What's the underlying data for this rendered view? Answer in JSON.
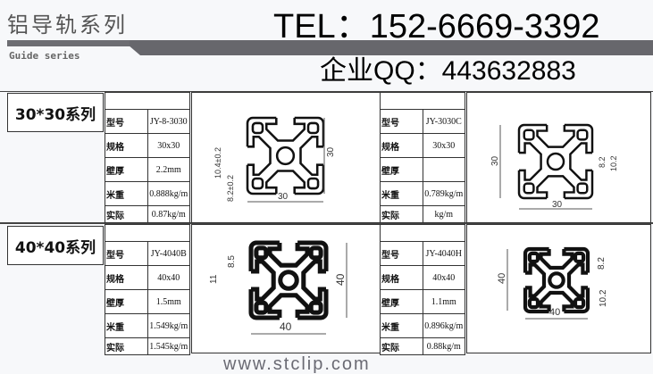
{
  "header": {
    "title_cn": "铝导轨系列",
    "title_en": "Guide series",
    "tel": "TEL：152-6669-3392",
    "qq": "企业QQ：443632883"
  },
  "watermark": "www.stclip.com",
  "labels": {
    "model": "型号",
    "spec": "规格",
    "wall": "壁厚",
    "weight": "米重",
    "actual": "实际"
  },
  "sections": [
    {
      "title": "30*30系列",
      "products": [
        {
          "model": "JY-8-3030",
          "spec": "30x30",
          "wall": "2.2mm",
          "weight": "0.888kg/m",
          "actual": "0.87kg/m",
          "dims": {
            "width": "30",
            "height": "30",
            "slot_a": "10.4±0.2",
            "slot_b": "8.2±0.2"
          }
        },
        {
          "model": "JY-3030C",
          "spec": "30x30",
          "wall": "",
          "weight": "0.789kg/m",
          "actual": "kg/m",
          "dims": {
            "width": "30",
            "height": "30",
            "slot_a": "10.2",
            "slot_b": "8.2"
          }
        }
      ]
    },
    {
      "title": "40*40系列",
      "products": [
        {
          "model": "JY-4040B",
          "spec": "40x40",
          "wall": "1.5mm",
          "weight": "1.549kg/m",
          "actual": "1.545kg/m",
          "dims": {
            "width": "40",
            "height": "40",
            "slot_a": "11",
            "slot_b": "8.5"
          }
        },
        {
          "model": "JY-4040H",
          "spec": "40x40",
          "wall": "1.1mm",
          "weight": "0.896kg/m",
          "actual": "0.88kg/m",
          "dims": {
            "width": "40",
            "height": "40",
            "slot_a": "10.2",
            "slot_b": "8.2"
          }
        }
      ]
    }
  ]
}
